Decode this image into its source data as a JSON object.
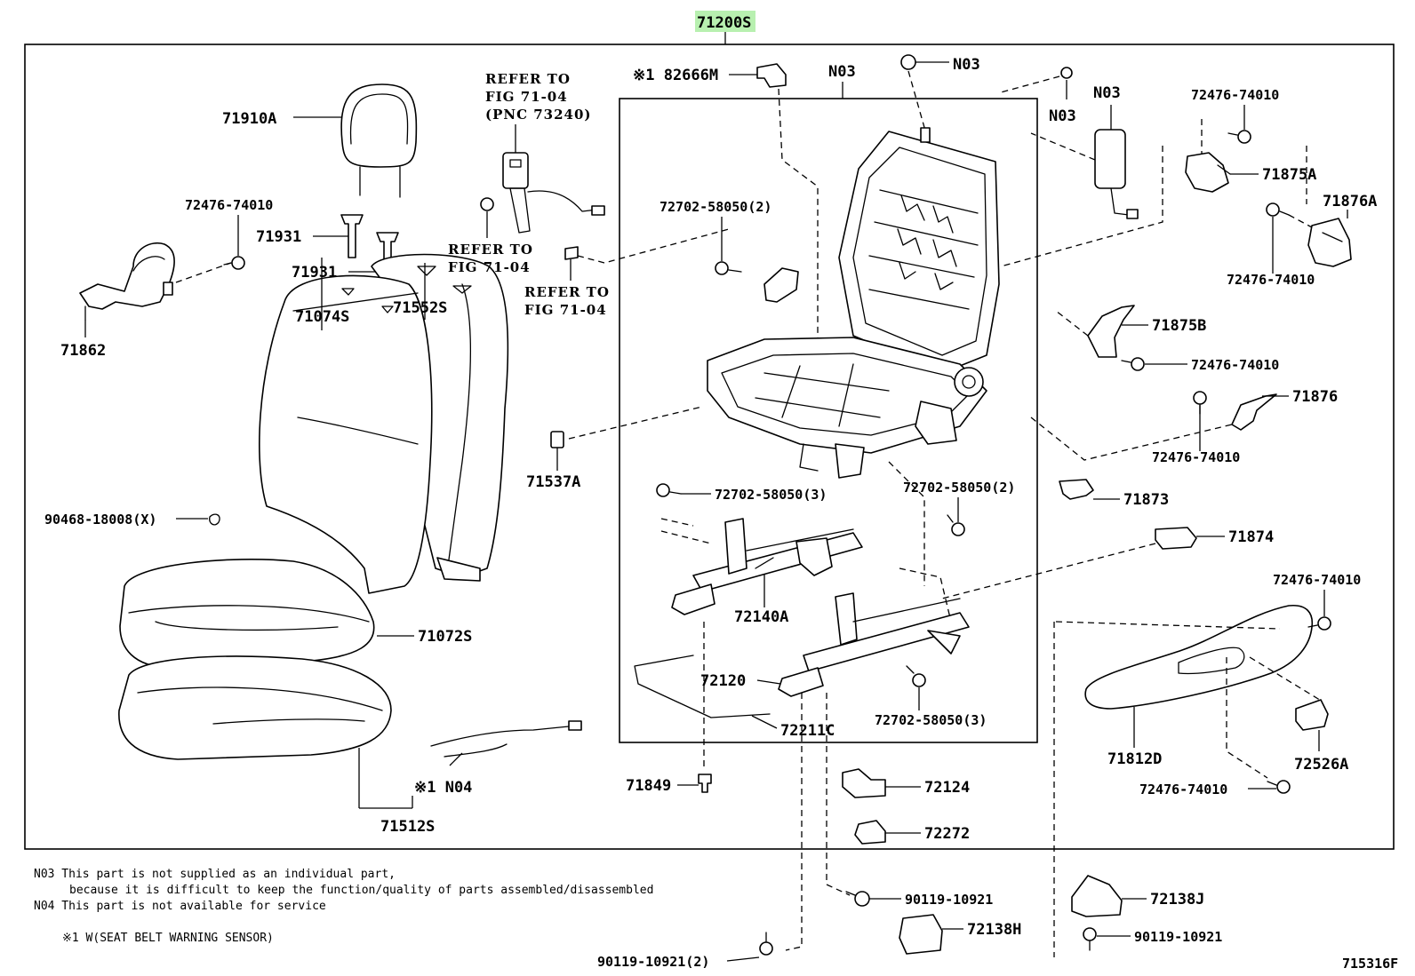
{
  "header": {
    "assembly_code": "71200S"
  },
  "labels": {
    "p71910A": "71910A",
    "p72476_headrest": "72476-74010",
    "p71931_a": "71931",
    "p71931_b": "71931",
    "p71862": "71862",
    "p71074S": "71074S",
    "p71552S": "71552S",
    "p90468": "90468-18008(X)",
    "p71072S": "71072S",
    "p71512S": "71512S",
    "pN04": "※1 N04",
    "p71537A": "71537A",
    "p82666M": "※1 82666M",
    "pN03_frame": "N03",
    "pN03_top": "N03",
    "pN03_a": "N03",
    "pN03_b": "N03",
    "p72702_a": "72702-58050(2)",
    "p72702_b": "72702-58050(3)",
    "p72702_c": "72702-58050(2)",
    "p72702_d": "72702-58050(3)",
    "p72140A": "72140A",
    "p72120": "72120",
    "p72211C": "72211C",
    "p71849": "71849",
    "p72124": "72124",
    "p72272": "72272",
    "p90119_a": "90119-10921",
    "p72138H": "72138H",
    "p90119_b": "90119-10921(2)",
    "p72476_top": "72476-74010",
    "p71875A": "71875A",
    "p71876A": "71876A",
    "p72476_876A": "72476-74010",
    "p71875B": "71875B",
    "p72476_875B": "72476-74010",
    "p71876": "71876",
    "p72476_876": "72476-74010",
    "p71873": "71873",
    "p71874": "71874",
    "p72476_812": "72476-74010",
    "p71812D": "71812D",
    "p72526A": "72526A",
    "p72476_bottom": "72476-74010",
    "p72138J": "72138J",
    "p90119_c": "90119-10921",
    "ref1_line1": "REFER TO",
    "ref1_line2": "FIG 71-04",
    "ref1_line3": "(PNC 73240)",
    "ref2_line1": "REFER TO",
    "ref2_line2": "FIG 71-04",
    "ref3_line1": "REFER TO",
    "ref3_line2": "FIG 71-04"
  },
  "notes": {
    "n03_line1": "N03 This part is not supplied as an individual part,",
    "n03_line2": "because it is difficult to keep the function/quality of parts assembled/disassembled",
    "n04_line1": "N04 This part is not available for service",
    "w_note": "※1 W(SEAT BELT WARNING SENSOR)"
  },
  "footer": {
    "figure_id": "715316F"
  }
}
